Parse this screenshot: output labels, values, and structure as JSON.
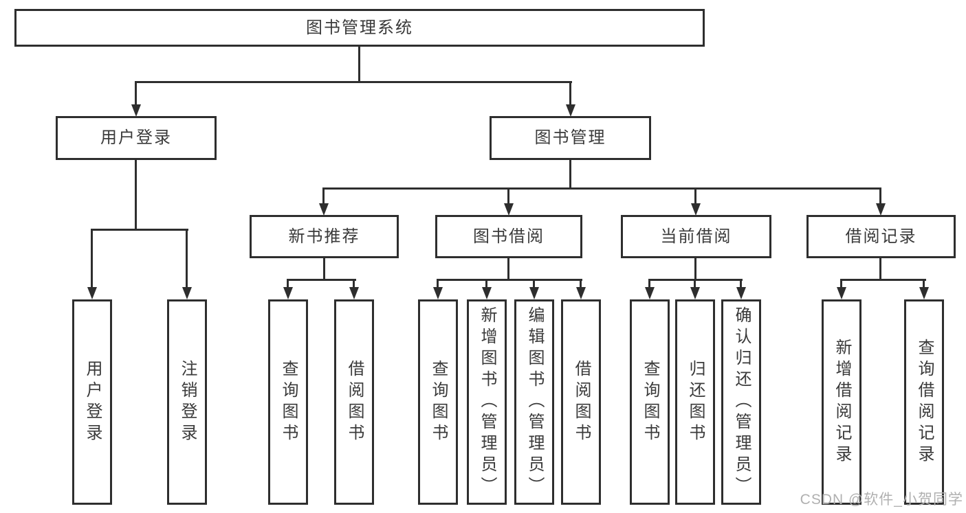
{
  "tree": {
    "label": "图书管理系统",
    "children": [
      {
        "label": "用户登录",
        "children": [
          {
            "label": "用户登录"
          },
          {
            "label": "注销登录"
          }
        ]
      },
      {
        "label": "图书管理",
        "children": [
          {
            "label": "新书推荐",
            "children": [
              {
                "label": "查询图书"
              },
              {
                "label": "借阅图书"
              }
            ]
          },
          {
            "label": "图书借阅",
            "children": [
              {
                "label": "查询图书"
              },
              {
                "label": "新增图书（管理员）"
              },
              {
                "label": "编辑图书（管理员）"
              },
              {
                "label": "借阅图书"
              }
            ]
          },
          {
            "label": "当前借阅",
            "children": [
              {
                "label": "查询图书"
              },
              {
                "label": "归还图书"
              },
              {
                "label": "确认归还（管理员）"
              }
            ]
          },
          {
            "label": "借阅记录",
            "children": [
              {
                "label": "新增借阅记录"
              },
              {
                "label": "查询借阅记录"
              }
            ]
          }
        ]
      }
    ]
  },
  "watermark": {
    "text": "CSDN @软件_小贺同学"
  },
  "colors": {
    "line": "#2e2e2e",
    "text": "#3a3a3a",
    "watermark": "#b0b0b0",
    "background": "#ffffff"
  }
}
